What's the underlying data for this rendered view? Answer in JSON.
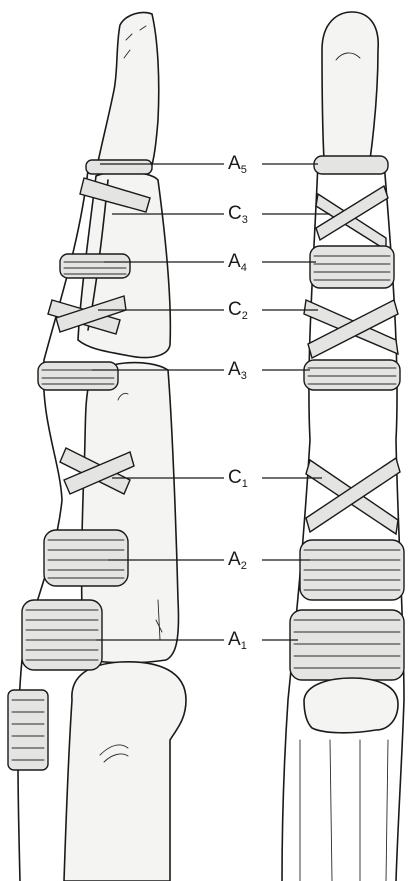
{
  "labels": [
    {
      "letter": "A",
      "sub": "5"
    },
    {
      "letter": "C",
      "sub": "3"
    },
    {
      "letter": "A",
      "sub": "4"
    },
    {
      "letter": "C",
      "sub": "2"
    },
    {
      "letter": "A",
      "sub": "3"
    },
    {
      "letter": "C",
      "sub": "1"
    },
    {
      "letter": "A",
      "sub": "2"
    },
    {
      "letter": "A",
      "sub": "1"
    }
  ]
}
